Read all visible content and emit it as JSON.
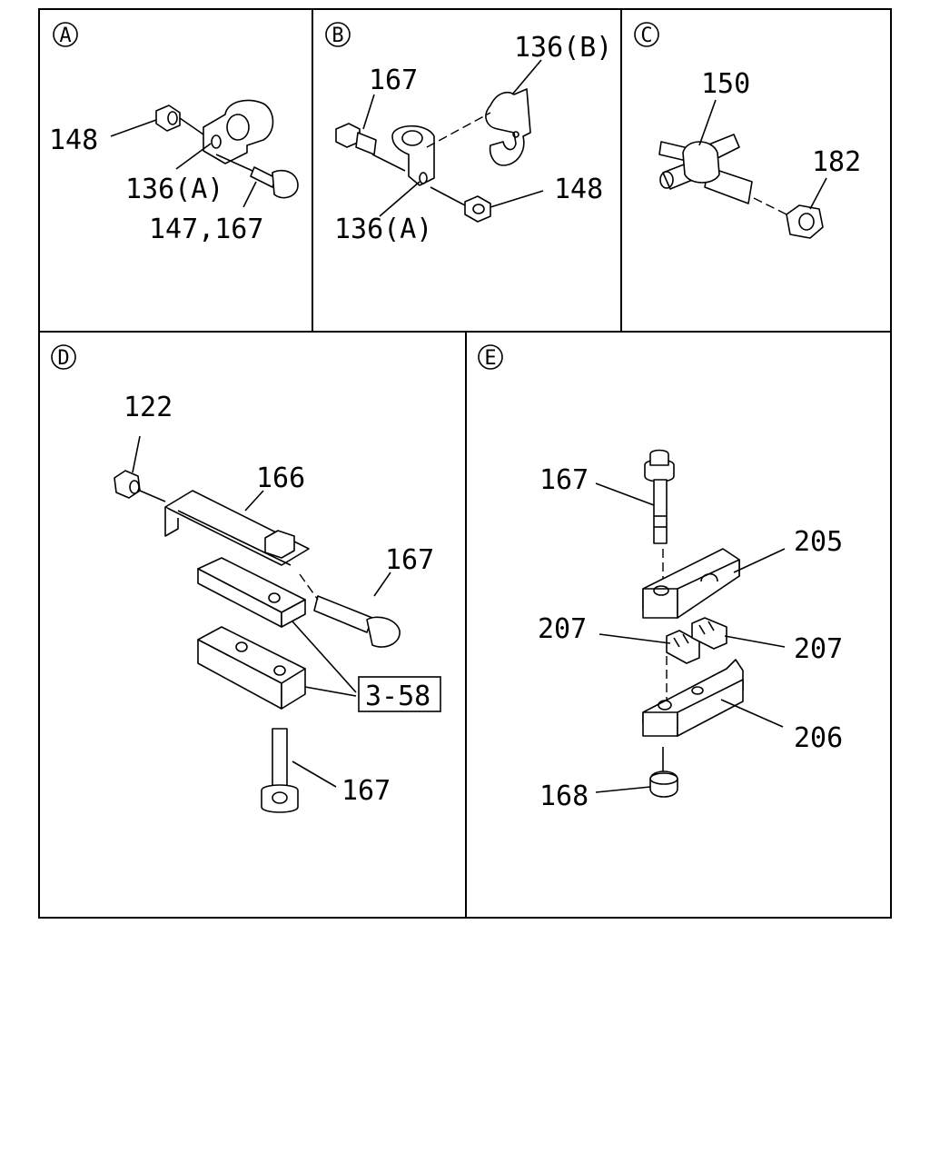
{
  "sections": [
    {
      "letter": "A",
      "callouts": [
        "148",
        "136(A)",
        "147,167"
      ]
    },
    {
      "letter": "B",
      "callouts": [
        "167",
        "136(B)",
        "136(A)",
        "148"
      ]
    },
    {
      "letter": "C",
      "callouts": [
        "150",
        "182"
      ]
    },
    {
      "letter": "D",
      "callouts": [
        "122",
        "166",
        "167",
        "3-58",
        "167"
      ]
    },
    {
      "letter": "E",
      "callouts": [
        "167",
        "205",
        "207",
        "207",
        "206",
        "168"
      ]
    }
  ]
}
